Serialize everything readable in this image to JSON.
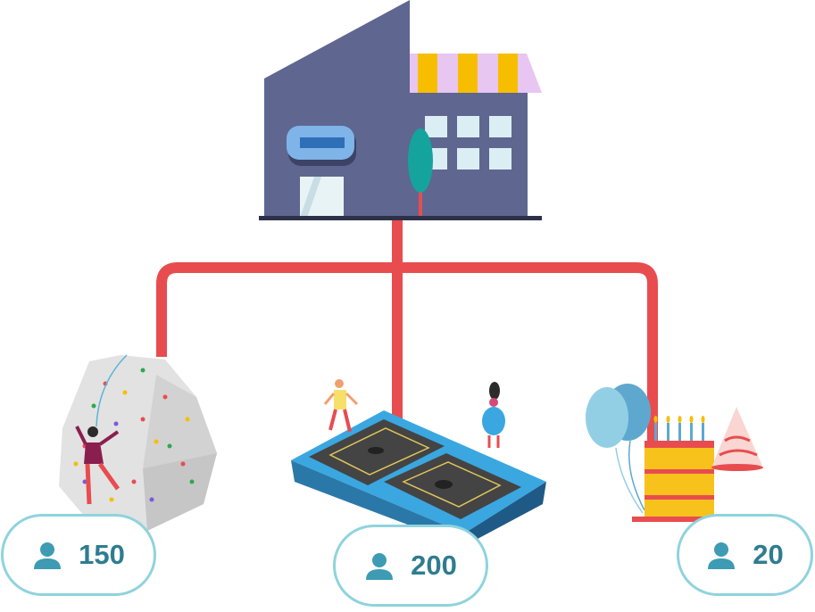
{
  "colors": {
    "connector": "#e84c4f",
    "building": "#5f6690",
    "badge_border": "#8fd3dd",
    "badge_text": "#2f7c91",
    "trampoline_frame": "#2f9ad3",
    "cake": "#f7c21b"
  },
  "building": {
    "icon": "building-icon"
  },
  "attractions": [
    {
      "name": "climbing-wall",
      "icon": "climbing-wall-icon",
      "capacity_icon": "person-icon",
      "capacity": "150"
    },
    {
      "name": "trampoline",
      "icon": "trampoline-icon",
      "capacity_icon": "person-icon",
      "capacity": "200"
    },
    {
      "name": "party",
      "icon": "party-icon",
      "capacity_icon": "person-icon",
      "capacity": "20"
    }
  ]
}
